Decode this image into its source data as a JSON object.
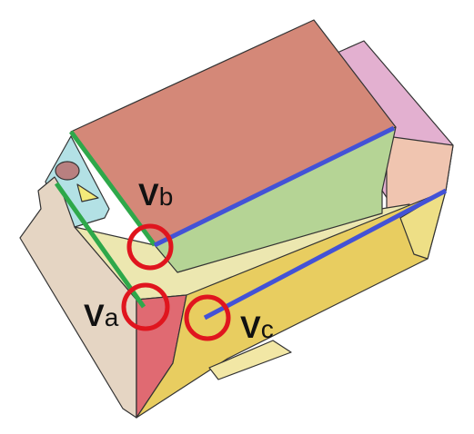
{
  "labels": {
    "vb": {
      "main": "V",
      "sub": "b"
    },
    "va": {
      "main": "V",
      "sub": "a"
    },
    "vc": {
      "main": "V",
      "sub": "c"
    }
  },
  "colors": {
    "top_face": "#d48878",
    "inner_wall_green": "#b5d495",
    "inner_floor_yellow": "#ece7b0",
    "pink_right": "#e3b0d0",
    "peach_right": "#f0c5b0",
    "front_yellow": "#e8cd60",
    "left_beige": "#e5d5c3",
    "red_face": "#e06a72",
    "light_blue": "#b3e1e5",
    "edge_green": "#2ea84a",
    "edge_blue": "#4352d6",
    "circle_red": "#e0151e"
  },
  "icons": {
    "markers": "red-circle-highlight"
  }
}
